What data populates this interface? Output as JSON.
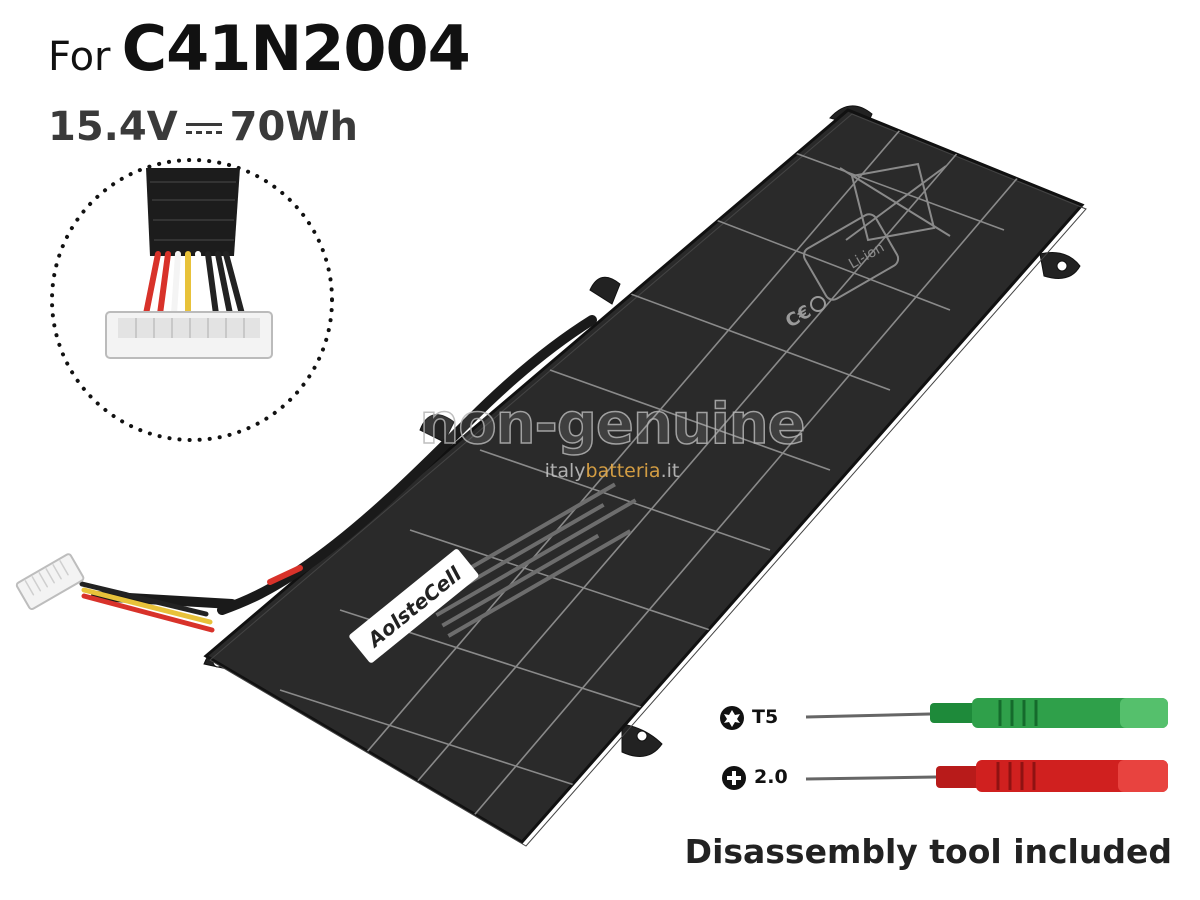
{
  "header": {
    "prefix": "For",
    "model": "C41N2004",
    "voltage": "15.4V",
    "capacity": "70Wh"
  },
  "watermark": {
    "main": "non-genuine",
    "site_pre": "italy",
    "site_brand": "batteria",
    "site_tld": ".it"
  },
  "battery": {
    "brand": "AolsteCell",
    "certification_marks": [
      "CE",
      "Li-ion"
    ]
  },
  "tools": [
    {
      "label": "T5",
      "icon": "torx-star-icon",
      "handle_color": "#1e8a3a"
    },
    {
      "label": "2.0",
      "icon": "phillips-cross-icon",
      "handle_color": "#d0201f"
    }
  ],
  "caption": "Disassembly tool included",
  "colors": {
    "battery_body": "#2a2a2a",
    "grid_lines": "#8a8a8a",
    "wire_red": "#d8322a",
    "wire_yellow": "#e8c23a",
    "connector": "#f2f2f2"
  }
}
